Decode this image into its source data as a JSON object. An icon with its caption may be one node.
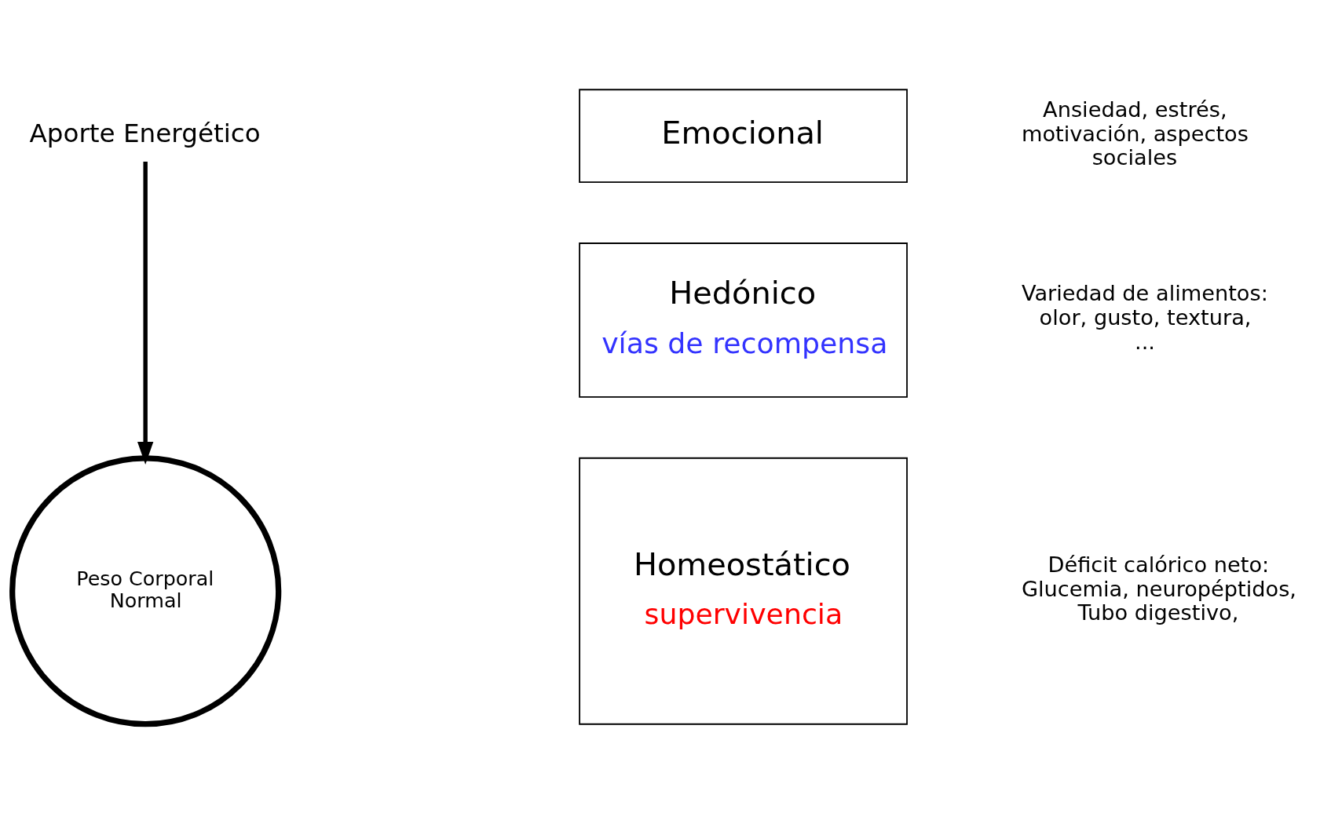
{
  "diagram": {
    "nodes": [
      {
        "text": [
          "Aporte Energético"
        ]
      },
      {
        "text": [
          "Peso Corporal Normal"
        ]
      },
      {
        "text": [
          "Emocional"
        ]
      },
      {
        "text": [
          "Hedónico",
          "vías de recompensa"
        ]
      },
      {
        "text": [
          "Homeostático",
          "supervivencia"
        ]
      }
    ],
    "edges": [
      {
        "from": 0,
        "to": 1,
        "arrow": "to"
      }
    ],
    "labels": [
      "Ansiedad, estrés, motivación, aspectos sociales",
      "Variedad de alimentos: olor, gusto, textura, ...",
      "Déficit calórico neto: Glucemia, neuropéptidos, Tubo digestivo,"
    ]
  }
}
